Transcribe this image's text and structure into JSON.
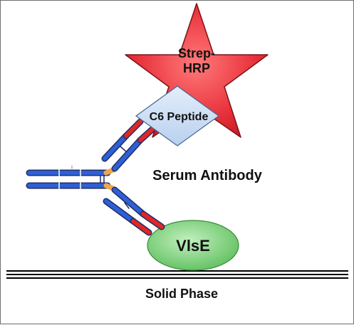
{
  "labels": {
    "strep_line1": "Strep-",
    "strep_line2": "HRP",
    "peptide": "C6 Peptide",
    "antibody": "Serum Antibody",
    "antigen": "VlsE",
    "surface": "Solid Phase"
  },
  "colors": {
    "star_fill": "#e8303a",
    "diamond_fill": "#c9dcf3",
    "ellipse_fill": "#7ed37d",
    "heavy_chain": "#2e5fd6",
    "light_chain": "#e02626",
    "hinge": "#f0a64a",
    "outline": "#1f2f66",
    "text": "#111111"
  }
}
